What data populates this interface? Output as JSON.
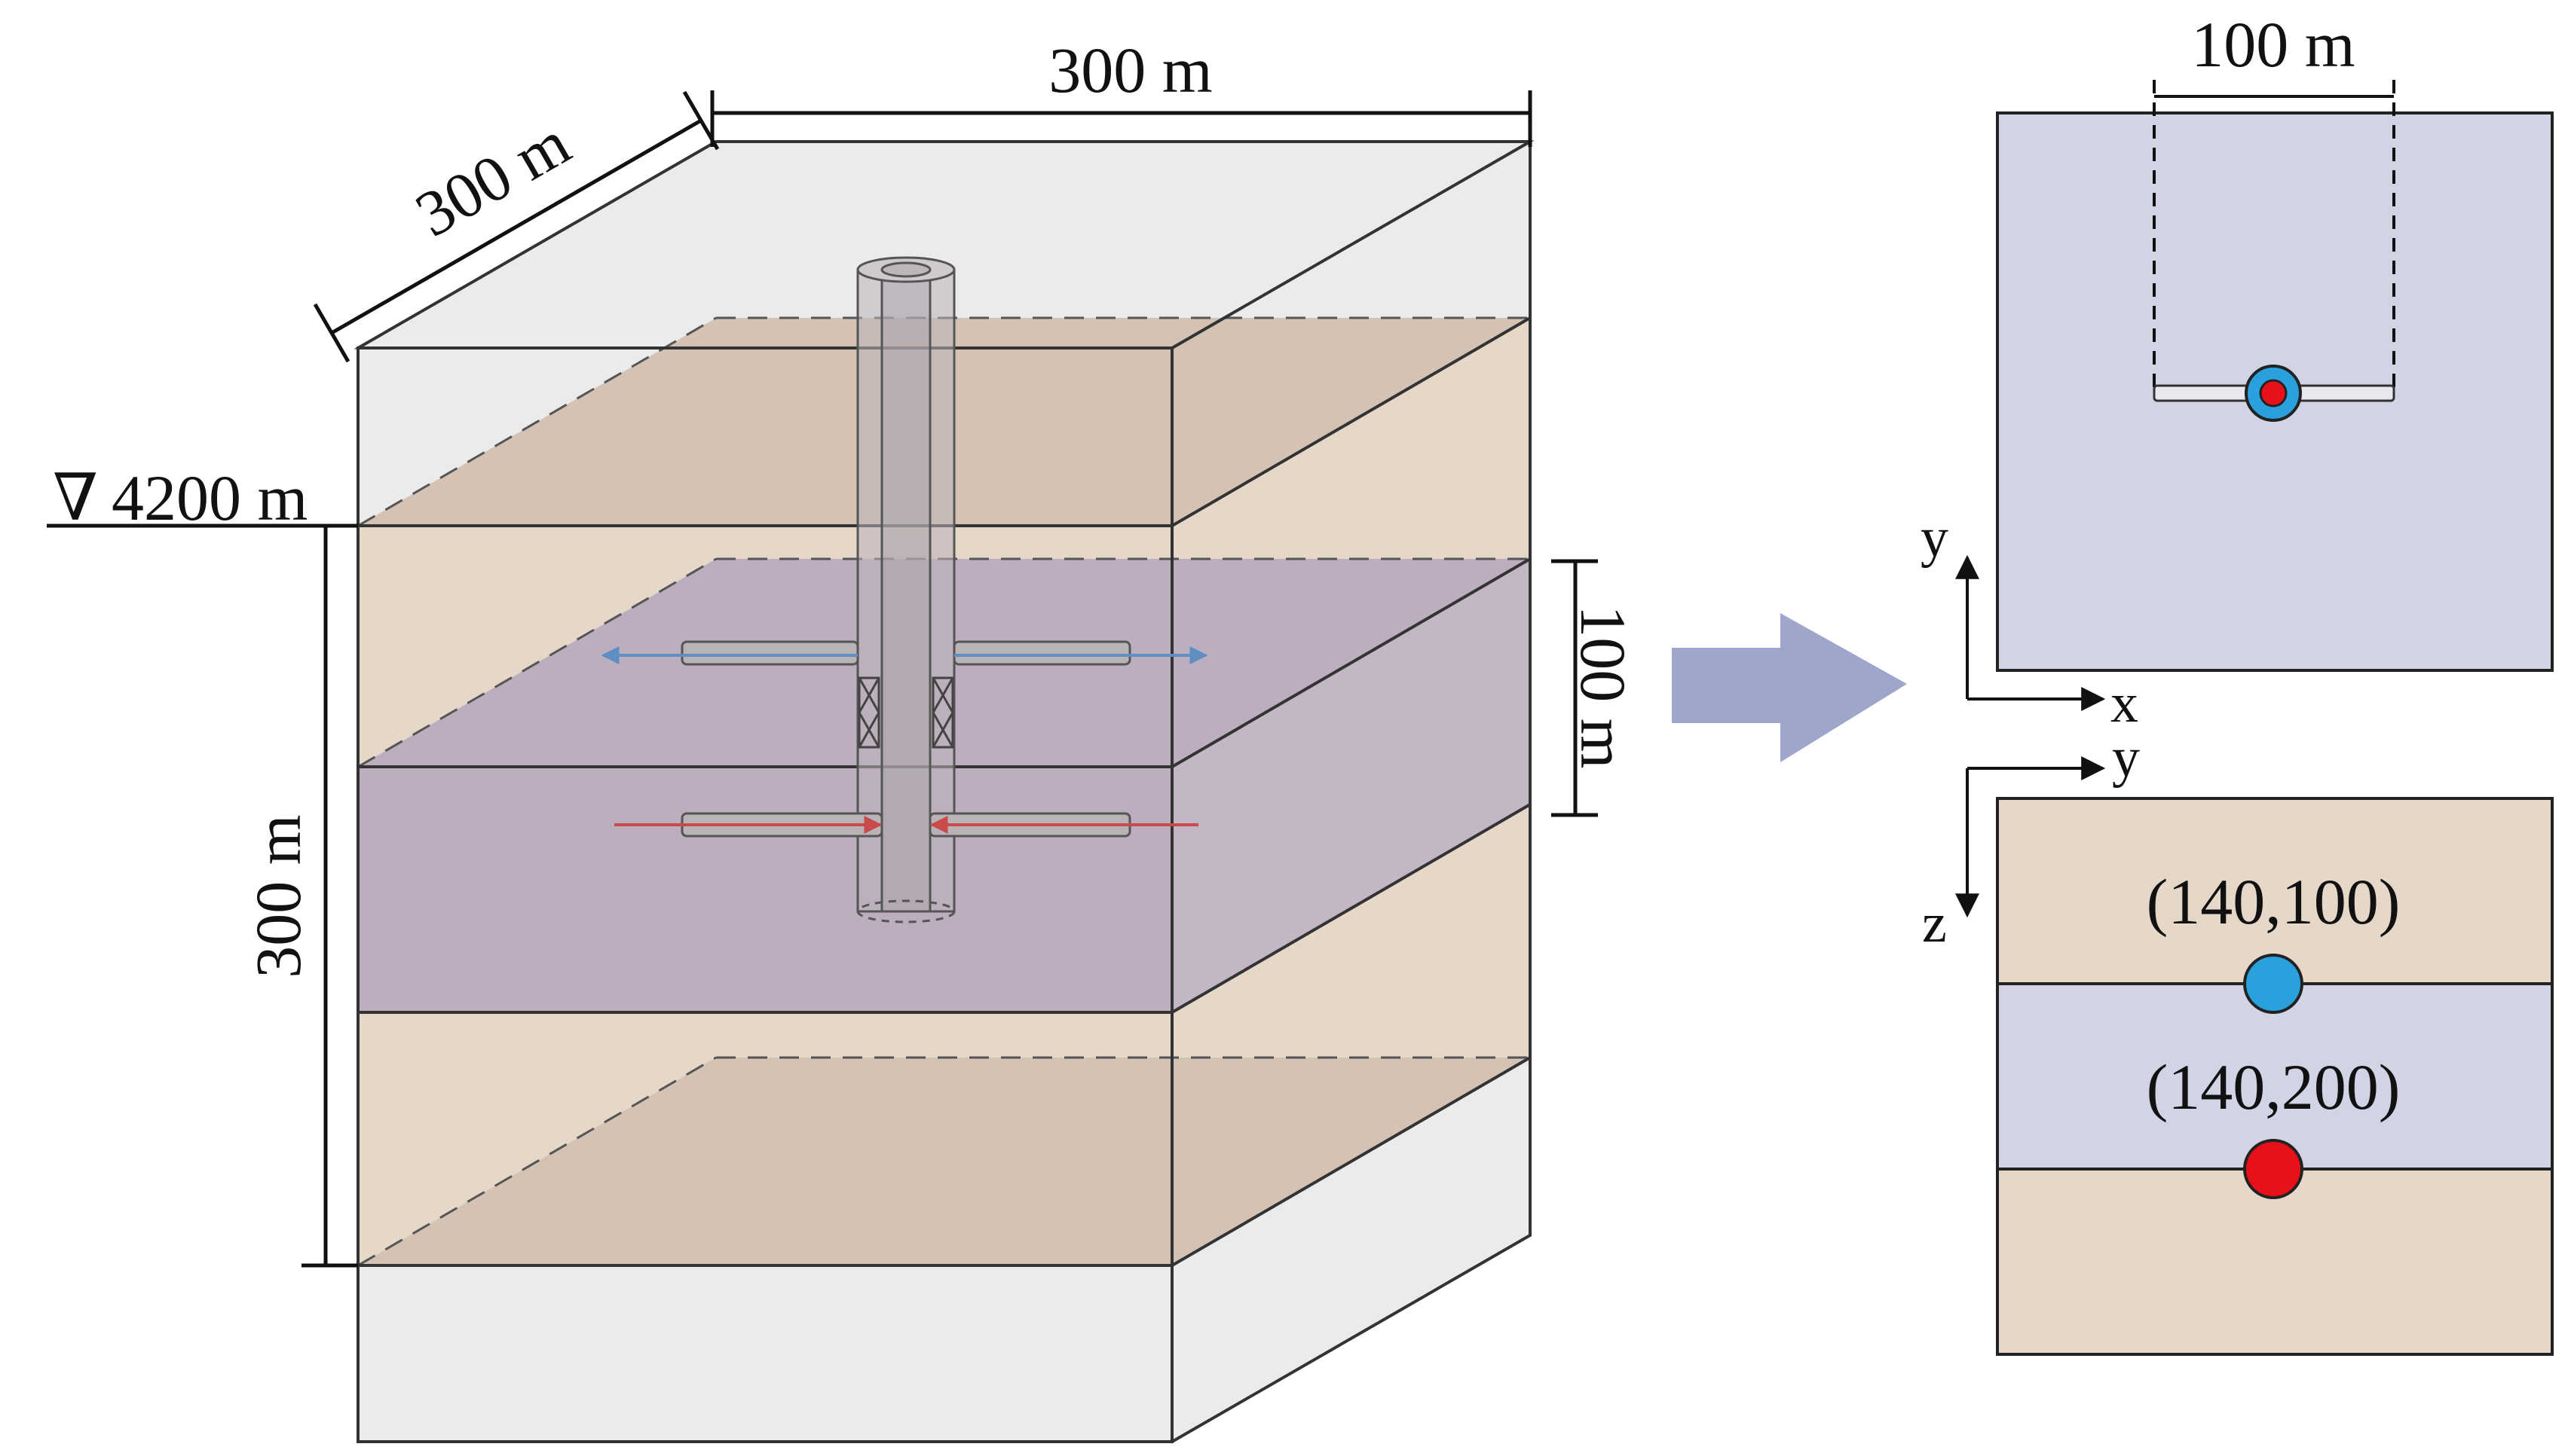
{
  "block_3d": {
    "labels": {
      "width_top": "300 m",
      "depth_side": "300 m",
      "height_left": "300 m",
      "elevation": "4200 m",
      "elevation_symbol": "∇",
      "reservoir_thickness": "100 m"
    }
  },
  "top_view": {
    "spacing_label": "100 m",
    "axis_y": "y",
    "axis_x": "x"
  },
  "section_view": {
    "axis_y": "y",
    "axis_z": "z",
    "point_upper": "(140,100)",
    "point_lower": "(140,200)"
  },
  "colors": {
    "gray_block": "#ebebeb",
    "tan_layer": "#e6d8c9",
    "tan_plane": "#d4c3b4",
    "purple_layer": "#bcaebe",
    "lavender_panel": "#d2d4e6",
    "arrow": "#9ea6cc",
    "injection_red": "#c84a4a",
    "production_blue": "#5f8fc2",
    "point_blue": "#2aa0dc",
    "point_red": "#e8101a"
  },
  "icons": {
    "flow_arrow": "big-right-arrow-icon",
    "elevation_marker": "triangle-down-icon"
  }
}
